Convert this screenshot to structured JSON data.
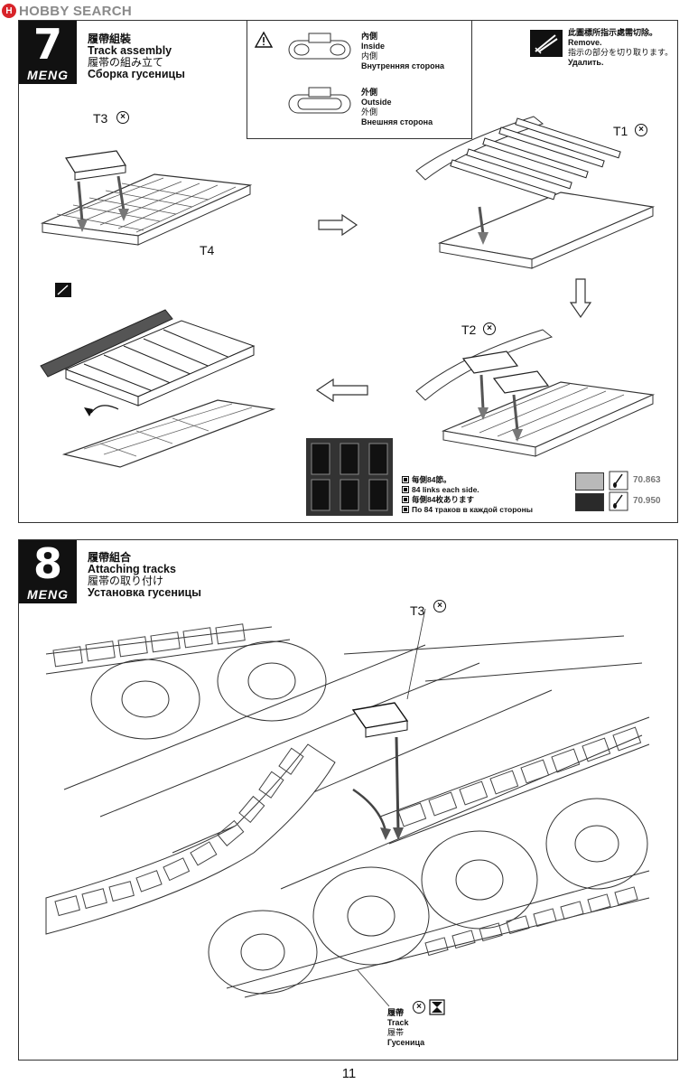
{
  "watermark": {
    "logo_text": "H",
    "text": "HOBBY SEARCH"
  },
  "step7": {
    "number": "7",
    "brand": "MENG",
    "title_zh": "履帶組裝",
    "title_en": "Track assembly",
    "title_ja": "履帯の組み立て",
    "title_ru": "Сборка гусеницы",
    "orientation": {
      "inside_zh": "內側",
      "inside_en": "Inside",
      "inside_ja": "内側",
      "inside_ru": "Внутренняя сторона",
      "outside_zh": "外側",
      "outside_en": "Outside",
      "outside_ja": "外側",
      "outside_ru": "Внешняя сторона"
    },
    "remove_note": {
      "zh": "此圖標所指示處需切除。",
      "en": "Remove.",
      "ja": "指示の部分を切り取ります。",
      "ru": "Удалить."
    },
    "labels": {
      "t3": "T3",
      "t4": "T4",
      "t1": "T1",
      "t2": "T2"
    },
    "links_note": {
      "zh": "每側84節。",
      "en": "84 links each side.",
      "ja": "毎側84枚あります",
      "ru": "По 84 траков в каждой стороны"
    },
    "paints": [
      {
        "code": "70.863",
        "color": "#b9b9b9"
      },
      {
        "code": "70.950",
        "color": "#2a2a2a"
      }
    ]
  },
  "step8": {
    "number": "8",
    "brand": "MENG",
    "title_zh": "履帶組合",
    "title_en": "Attaching tracks",
    "title_ja": "履帯の取り付け",
    "title_ru": "Установка гусеницы",
    "labels": {
      "t3": "T3"
    },
    "track_callout": {
      "zh": "履帶",
      "en": "Track",
      "ja": "履帯",
      "ru": "Гусеница"
    }
  },
  "page_number": "11"
}
